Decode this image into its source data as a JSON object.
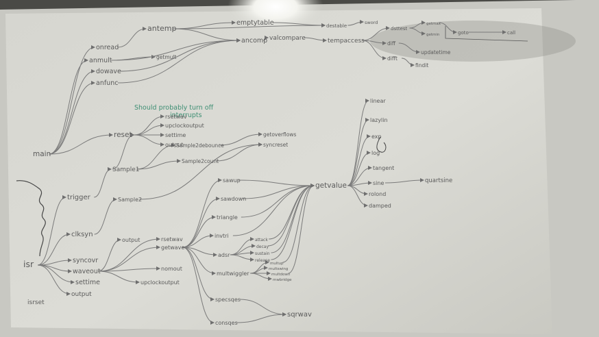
{
  "nodes": [
    {
      "id": "antemp",
      "text": "antemp"
    },
    {
      "id": "onread",
      "text": "onread"
    },
    {
      "id": "anmult",
      "text": "anmult"
    },
    {
      "id": "dowave",
      "text": "dowave"
    },
    {
      "id": "anfunc",
      "text": "anfunc"
    },
    {
      "id": "getmult",
      "text": "getmult"
    },
    {
      "id": "emptytable",
      "text": "emptytable"
    },
    {
      "id": "ancomp",
      "text": "ancomp"
    },
    {
      "id": "valcompare",
      "text": "valcompare"
    },
    {
      "id": "destable",
      "text": "destable"
    },
    {
      "id": "sword",
      "text": "sword"
    },
    {
      "id": "tempaccess",
      "text": "tempaccess"
    },
    {
      "id": "dsttest",
      "text": "dsttest"
    },
    {
      "id": "getmax",
      "text": "getmax"
    },
    {
      "id": "getmin",
      "text": "getmin"
    },
    {
      "id": "goto",
      "text": "goto"
    },
    {
      "id": "call",
      "text": "call"
    },
    {
      "id": "diff",
      "text": "diff"
    },
    {
      "id": "difft",
      "text": "difft"
    },
    {
      "id": "updatetime",
      "text": "updatetime"
    },
    {
      "id": "findit",
      "text": "findit"
    },
    {
      "id": "main",
      "text": "main"
    },
    {
      "id": "note",
      "text": "Should probably turn off interrupts"
    },
    {
      "id": "reset",
      "text": "reset"
    },
    {
      "id": "rsetwav",
      "text": "rsetwav"
    },
    {
      "id": "upclockoutput",
      "text": "upclockoutput"
    },
    {
      "id": "settime",
      "text": "settime"
    },
    {
      "id": "output",
      "text": "output"
    },
    {
      "id": "sample2debounce",
      "text": "Sample2debounce"
    },
    {
      "id": "sample2count",
      "text": "Sample2count"
    },
    {
      "id": "getoverflows",
      "text": "getoverflows"
    },
    {
      "id": "syncreset",
      "text": "syncreset"
    },
    {
      "id": "sample1",
      "text": "Sample1"
    },
    {
      "id": "sample2",
      "text": "Sample2"
    },
    {
      "id": "trigger",
      "text": "trigger"
    },
    {
      "id": "clksyn",
      "text": "clksyn"
    },
    {
      "id": "isr",
      "text": "isr"
    },
    {
      "id": "isrset",
      "text": "isrset"
    },
    {
      "id": "syncovr",
      "text": "syncovr"
    },
    {
      "id": "waveout",
      "text": "waveout"
    },
    {
      "id": "isr_settime",
      "text": "settime"
    },
    {
      "id": "isr_output",
      "text": "output"
    },
    {
      "id": "isr_output2",
      "text": "output"
    },
    {
      "id": "isr_rsetwav",
      "text": "rsetwav"
    },
    {
      "id": "getwave",
      "text": "getwave"
    },
    {
      "id": "nomout",
      "text": "nomout"
    },
    {
      "id": "isr_upclockoutput",
      "text": "upclockoutput"
    },
    {
      "id": "sawup",
      "text": "sawup"
    },
    {
      "id": "sawdown",
      "text": "sawdown"
    },
    {
      "id": "triangle",
      "text": "triangle"
    },
    {
      "id": "invtri",
      "text": "invtri"
    },
    {
      "id": "adsr",
      "text": "adsr"
    },
    {
      "id": "attack",
      "text": "attack"
    },
    {
      "id": "decay",
      "text": "decay"
    },
    {
      "id": "sustain",
      "text": "sustain"
    },
    {
      "id": "release",
      "text": "release"
    },
    {
      "id": "multwiggler",
      "text": "multwiggler"
    },
    {
      "id": "multup",
      "text": "multup"
    },
    {
      "id": "multswing",
      "text": "multswing"
    },
    {
      "id": "multdown",
      "text": "multdown"
    },
    {
      "id": "mwbridge",
      "text": "mwbridge"
    },
    {
      "id": "specsqes",
      "text": "specsqes"
    },
    {
      "id": "consqes",
      "text": "consqes"
    },
    {
      "id": "sqrwav",
      "text": "sqrwav"
    },
    {
      "id": "getvalue",
      "text": "getvalue"
    },
    {
      "id": "linear",
      "text": "linear"
    },
    {
      "id": "lazylin",
      "text": "lazylin"
    },
    {
      "id": "exp",
      "text": "exp"
    },
    {
      "id": "log",
      "text": "log"
    },
    {
      "id": "tangent",
      "text": "tangent"
    },
    {
      "id": "sine",
      "text": "sine"
    },
    {
      "id": "quartsine",
      "text": "quartsine"
    },
    {
      "id": "rolond",
      "text": "rolond"
    },
    {
      "id": "damped",
      "text": "damped"
    }
  ],
  "edges": [
    [
      "main",
      "onread"
    ],
    [
      "main",
      "anmult"
    ],
    [
      "main",
      "dowave"
    ],
    [
      "main",
      "anfunc"
    ],
    [
      "main",
      "reset"
    ],
    [
      "onread",
      "antemp"
    ],
    [
      "anmult",
      "getmult"
    ],
    [
      "anmult",
      "ancomp"
    ],
    [
      "dowave",
      "ancomp"
    ],
    [
      "anfunc",
      "ancomp"
    ],
    [
      "antemp",
      "emptytable"
    ],
    [
      "antemp",
      "ancomp"
    ],
    [
      "antemp",
      "destable"
    ],
    [
      "emptytable",
      "destable"
    ],
    [
      "ancomp",
      "valcompare"
    ],
    [
      "valcompare",
      "tempaccess"
    ],
    [
      "destable",
      "sword"
    ],
    [
      "tempaccess",
      "dsttest"
    ],
    [
      "tempaccess",
      "diff"
    ],
    [
      "tempaccess",
      "difft"
    ],
    [
      "dsttest",
      "getmax"
    ],
    [
      "dsttest",
      "getmin"
    ],
    [
      "getmax",
      "goto"
    ],
    [
      "goto",
      "call"
    ],
    [
      "diff",
      "updatetime"
    ],
    [
      "difft",
      "findit"
    ],
    [
      "reset",
      "rsetwav"
    ],
    [
      "reset",
      "upclockoutput"
    ],
    [
      "reset",
      "settime"
    ],
    [
      "reset",
      "output"
    ],
    [
      "sample1",
      "reset"
    ],
    [
      "sample1",
      "sample2debounce"
    ],
    [
      "sample1",
      "sample2count"
    ],
    [
      "sample2debounce",
      "getoverflows"
    ],
    [
      "sample2count",
      "syncreset"
    ],
    [
      "sample2",
      "syncreset"
    ],
    [
      "isr",
      "trigger"
    ],
    [
      "isr",
      "clksyn"
    ],
    [
      "isr",
      "syncovr"
    ],
    [
      "isr",
      "waveout"
    ],
    [
      "isr",
      "isr_settime"
    ],
    [
      "isr",
      "isr_output"
    ],
    [
      "trigger",
      "sample1"
    ],
    [
      "clksyn",
      "sample2"
    ],
    [
      "waveout",
      "isr_output2"
    ],
    [
      "waveout",
      "isr_rsetwav"
    ],
    [
      "waveout",
      "getwave"
    ],
    [
      "waveout",
      "nomout"
    ],
    [
      "waveout",
      "isr_upclockoutput"
    ],
    [
      "getwave",
      "sawup"
    ],
    [
      "getwave",
      "sawdown"
    ],
    [
      "getwave",
      "triangle"
    ],
    [
      "getwave",
      "invtri"
    ],
    [
      "getwave",
      "adsr"
    ],
    [
      "getwave",
      "multwiggler"
    ],
    [
      "getwave",
      "specsqes"
    ],
    [
      "getwave",
      "consqes"
    ],
    [
      "adsr",
      "attack"
    ],
    [
      "adsr",
      "decay"
    ],
    [
      "adsr",
      "sustain"
    ],
    [
      "adsr",
      "release"
    ],
    [
      "multwiggler",
      "multup"
    ],
    [
      "multwiggler",
      "multswing"
    ],
    [
      "multwiggler",
      "multdown"
    ],
    [
      "multwiggler",
      "mwbridge"
    ],
    [
      "specsqes",
      "sqrwav"
    ],
    [
      "consqes",
      "sqrwav"
    ],
    [
      "sawup",
      "getvalue"
    ],
    [
      "sawdown",
      "getvalue"
    ],
    [
      "triangle",
      "getvalue"
    ],
    [
      "invtri",
      "getvalue"
    ],
    [
      "attack",
      "getvalue"
    ],
    [
      "decay",
      "getvalue"
    ],
    [
      "sustain",
      "getvalue"
    ],
    [
      "release",
      "getvalue"
    ],
    [
      "multup",
      "getvalue"
    ],
    [
      "multdown",
      "getvalue"
    ],
    [
      "getvalue",
      "linear"
    ],
    [
      "getvalue",
      "lazylin"
    ],
    [
      "getvalue",
      "exp"
    ],
    [
      "getvalue",
      "log"
    ],
    [
      "getvalue",
      "tangent"
    ],
    [
      "getvalue",
      "sine"
    ],
    [
      "getvalue",
      "rolond"
    ],
    [
      "getvalue",
      "damped"
    ],
    [
      "sine",
      "quartsine"
    ]
  ]
}
